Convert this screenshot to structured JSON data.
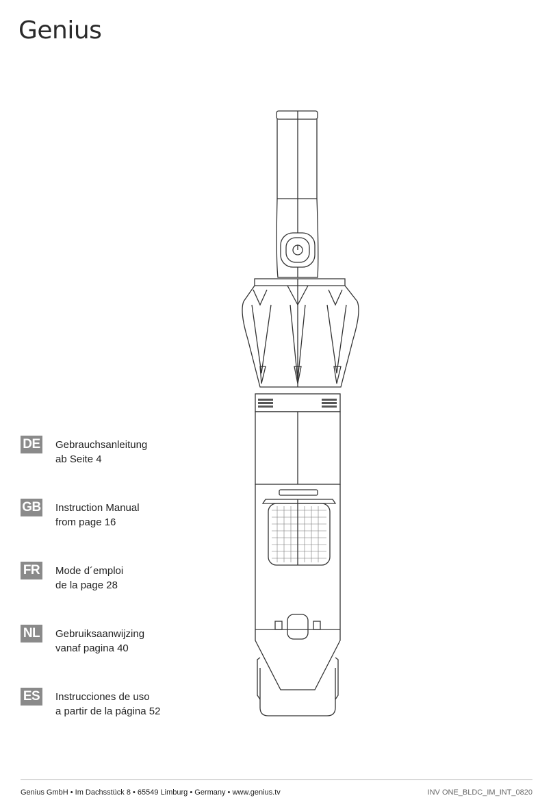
{
  "brand": {
    "logo_text": "Genius"
  },
  "languages": [
    {
      "code": "DE",
      "line1": "Gebrauchsanleitung",
      "line2": "ab Seite 4"
    },
    {
      "code": "GB",
      "line1": "Instruction Manual",
      "line2": "from page 16"
    },
    {
      "code": "FR",
      "line1": "Mode d´emploi",
      "line2": "de la page 28"
    },
    {
      "code": "NL",
      "line1": "Gebruiksaanwijzing",
      "line2": "vanaf pagina 40"
    },
    {
      "code": "ES",
      "line1": "Instrucciones de uso",
      "line2": "a partir de la página 52"
    }
  ],
  "footer": {
    "company": "Genius GmbH • Im Dachsstück 8 • 65549 Limburg • Germany • www.genius.tv",
    "doc_code": "INV ONE_BLDC_IM_INT_0820"
  },
  "colors": {
    "code_badge": "#8a8a8a",
    "line_art": "#333333",
    "rule": "#b5b5b5"
  },
  "icons": {
    "product": "handheld-vacuum-illustration",
    "power": "power-icon"
  }
}
